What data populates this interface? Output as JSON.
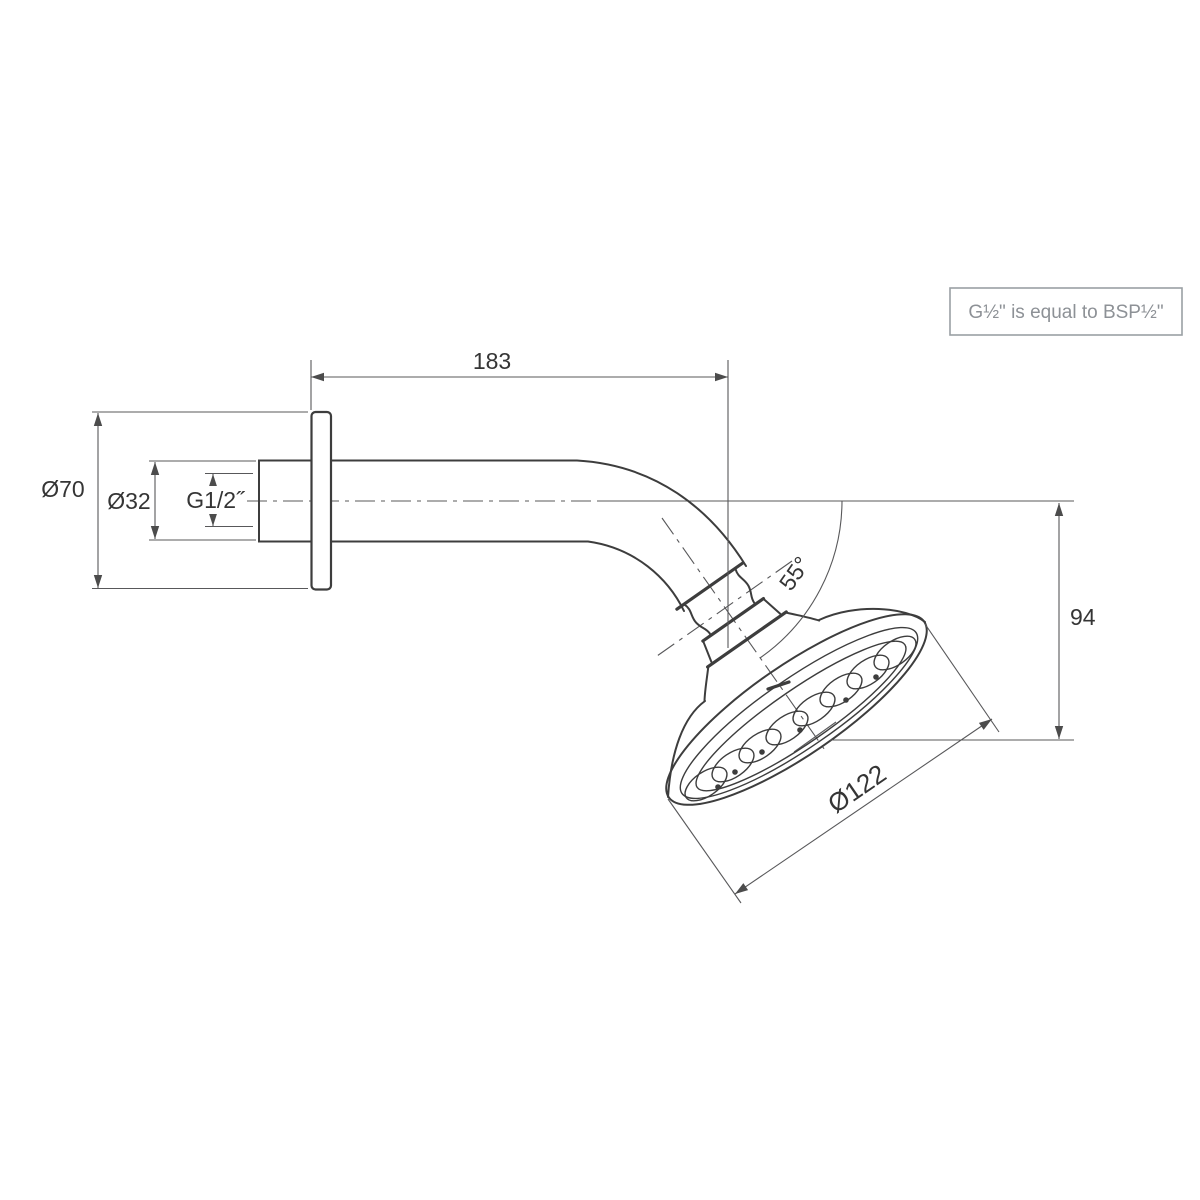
{
  "note_box": {
    "text": "G½\" is equal to BSP½\""
  },
  "dims": {
    "arm_length": "183",
    "flange_dia": "Ø70",
    "pipe_dia": "Ø32",
    "thread": "G1/2˝",
    "angle": "55°",
    "drop": "94",
    "head_dia": "Ø122"
  },
  "colors": {
    "background": "#ffffff",
    "part_line": "#3d3d3d",
    "dimension_line": "#58585a",
    "dimension_text": "#353535",
    "note_text": "#8d9196",
    "note_border": "#9aa0a4"
  }
}
